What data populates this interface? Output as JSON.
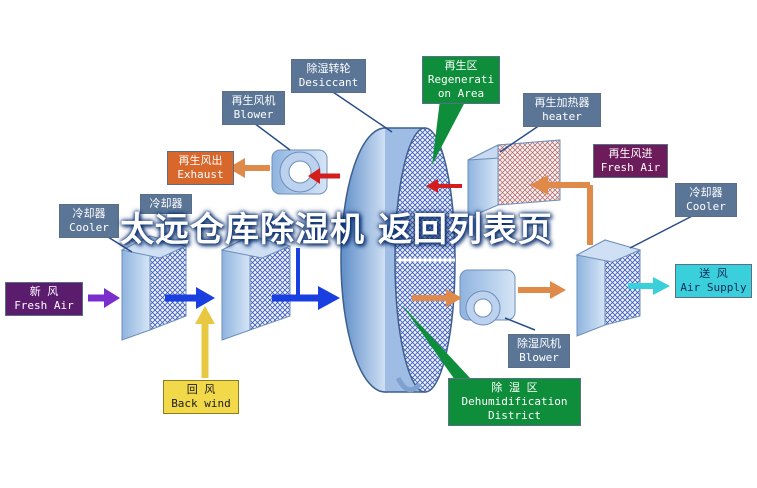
{
  "labels": {
    "desiccant": {
      "cn": "除湿转轮",
      "en": "Desiccant"
    },
    "regeneration": {
      "cn": "再生区",
      "en": "Regenerati",
      "en2": "on Area"
    },
    "regen_blower": {
      "cn": "再生风机",
      "en": "Blower"
    },
    "regen_heater": {
      "cn": "再生加热器",
      "en": "heater"
    },
    "exhaust": {
      "cn": "再生风出",
      "en": "Exhaust"
    },
    "regen_fresh_air": {
      "cn": "再生风进",
      "en": "Fresh Air"
    },
    "cooler_left": {
      "cn": "冷却器",
      "en": "Cooler"
    },
    "cooler_mid": {
      "cn": "冷却器"
    },
    "cooler_right": {
      "cn": "冷却器",
      "en": "Cooler"
    },
    "fresh_air": {
      "cn": "新    风",
      "en": "Fresh Air"
    },
    "air_supply": {
      "cn": "送  风",
      "en": "Air Supply"
    },
    "back_wind": {
      "cn": "回    风",
      "en": "Back wind"
    },
    "process_blower": {
      "cn": "除湿风机",
      "en": "Blower"
    },
    "dehumidification": {
      "cn": "除    湿    区",
      "en": "Dehumidification",
      "en2": "District"
    }
  },
  "overlay_title": "太远仓库除湿机  返回列表页",
  "colors": {
    "tag_blue": "#5a7596",
    "exhaust": "#d8672b",
    "regen_in": "#6c1c5a",
    "supply": "#39d0dc",
    "back": "#f2d94a",
    "dehum": "#0e8e3a",
    "wheel": "#7ea6d4",
    "arrow_blue": "#1a3fe0",
    "arrow_orange": "#e08a4a",
    "arrow_red": "#d41e1e"
  }
}
